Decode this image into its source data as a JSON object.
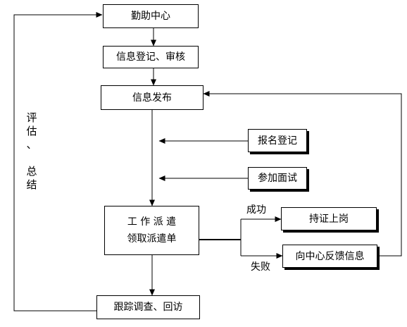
{
  "nodes": {
    "center": "勤助中心",
    "register_review": "信息登记、审核",
    "publish": "信息发布",
    "signup": "报名登记",
    "interview": "参加面试",
    "dispatch_line1": "工 作 派 遣",
    "dispatch_line2": "领取派遣单",
    "start_work": "持证上岗",
    "feedback": "向中心反馈信息",
    "followup": "跟踪调查、回访"
  },
  "edge_labels": {
    "success": "成功",
    "failure": "失败"
  },
  "side_label": {
    "chars": [
      "评",
      "估",
      "、",
      "",
      "总",
      "结"
    ]
  }
}
